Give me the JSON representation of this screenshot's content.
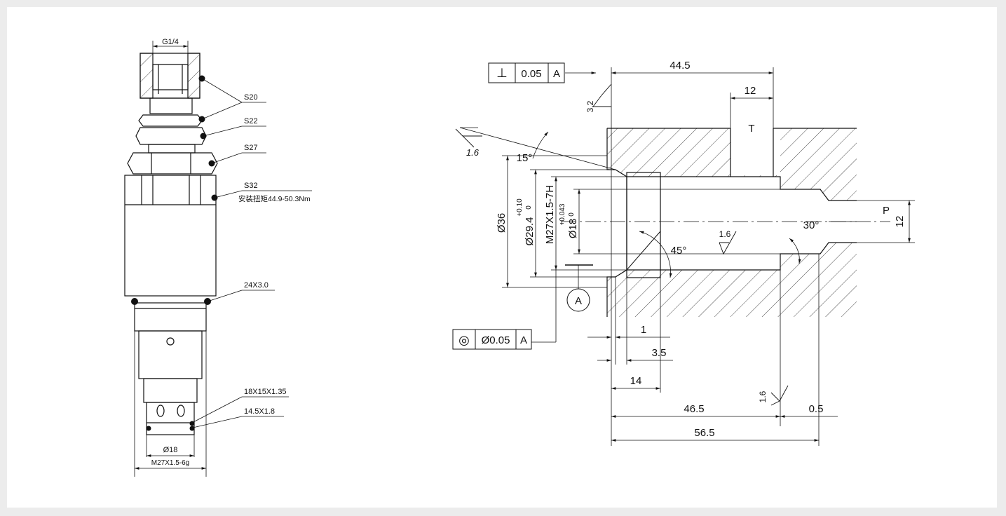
{
  "left_view": {
    "port_thread": "G1/4",
    "wrench_sizes": [
      "S20",
      "S22",
      "S27",
      "S32"
    ],
    "torque_note": "安装扭矩44.9-50.3Nm",
    "oring_main": "24X3.0",
    "seal_1": "18X15X1.35",
    "seal_2": "14.5X1.8",
    "pilot_dia": "Ø18",
    "thread": "M27X1.5-6g"
  },
  "right_view": {
    "perpendicularity": {
      "symbol": "⊥",
      "tolerance": "0.05",
      "datum": "A"
    },
    "concentricity": {
      "symbol": "◎",
      "tolerance": "Ø0.05",
      "datum": "A"
    },
    "datum_label": "A",
    "port_T": "T",
    "port_P": "P",
    "dimensions": {
      "d_44_5": "44.5",
      "d_12_top": "12",
      "d_12_right": "12",
      "angle_15": "15°",
      "angle_45": "45°",
      "angle_30": "30°",
      "dia_36": "Ø36",
      "dia_29_4": "Ø29.4",
      "tol_29_4_up": "+0.10",
      "tol_29_4_low": "0",
      "thread_M27": "M27X1.5-7H",
      "dia_18": "Ø18",
      "tol_18_up": "+0.043",
      "tol_18_low": "0",
      "d_1": "1",
      "d_3_5": "3.5",
      "d_14": "14",
      "d_46_5": "46.5",
      "d_0_5": "0.5",
      "d_56_5": "56.5"
    },
    "roughness": {
      "r_3_2": "3.2",
      "r_1_6_a": "1.6",
      "r_1_6_b": "1.6",
      "r_1_6_c": "1.6"
    }
  }
}
